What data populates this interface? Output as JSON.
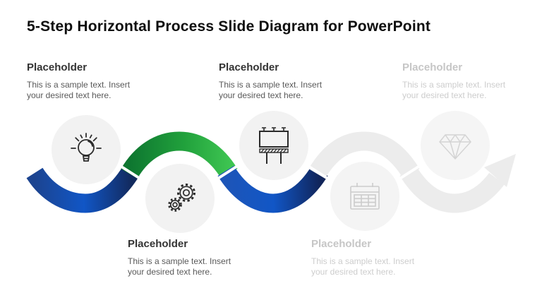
{
  "title": "5-Step Horizontal Process Slide Diagram for PowerPoint",
  "steps": [
    {
      "label": "Placeholder",
      "body_lines": [
        "This is a sample text. Insert",
        "your desired text here."
      ],
      "icon": "lightbulb-icon",
      "state": "active",
      "label_position": "top",
      "segment_color": "blue"
    },
    {
      "label": "Placeholder",
      "body_lines": [
        "This is a sample text. Insert",
        "your desired text here."
      ],
      "icon": "gears-icon",
      "state": "active",
      "label_position": "bottom",
      "segment_color": "green"
    },
    {
      "label": "Placeholder",
      "body_lines": [
        "This is a sample text. Insert",
        "your desired text here."
      ],
      "icon": "billboard-icon",
      "state": "active",
      "label_position": "top",
      "segment_color": "blue"
    },
    {
      "label": "Placeholder",
      "body_lines": [
        "This is a sample text. Insert",
        "your desired text here."
      ],
      "icon": "calendar-icon",
      "state": "inactive",
      "label_position": "bottom",
      "segment_color": "gray"
    },
    {
      "label": "Placeholder",
      "body_lines": [
        "This is a sample text. Insert",
        "your desired text here."
      ],
      "icon": "diamond-icon",
      "state": "inactive",
      "label_position": "top",
      "segment_color": "gray"
    }
  ],
  "colors": {
    "title_text": "#0e0e0e",
    "heading_active": "#333333",
    "body_active": "#595959",
    "heading_inactive": "#c6c6c6",
    "body_inactive": "#cdcdcd",
    "blue_dark": "#122a5e",
    "blue_mid": "#1c4490",
    "blue_bright": "#1156c6",
    "green_dark": "#0e7630",
    "green_bright": "#3dc451",
    "gray_ribbon": "#ececec",
    "circle_fill": "#f2f2f2",
    "circle_fill_inactive": "#f4f4f4",
    "icon_stroke_dark": "#2b2b2b",
    "icon_stroke_light": "#cccccc"
  }
}
